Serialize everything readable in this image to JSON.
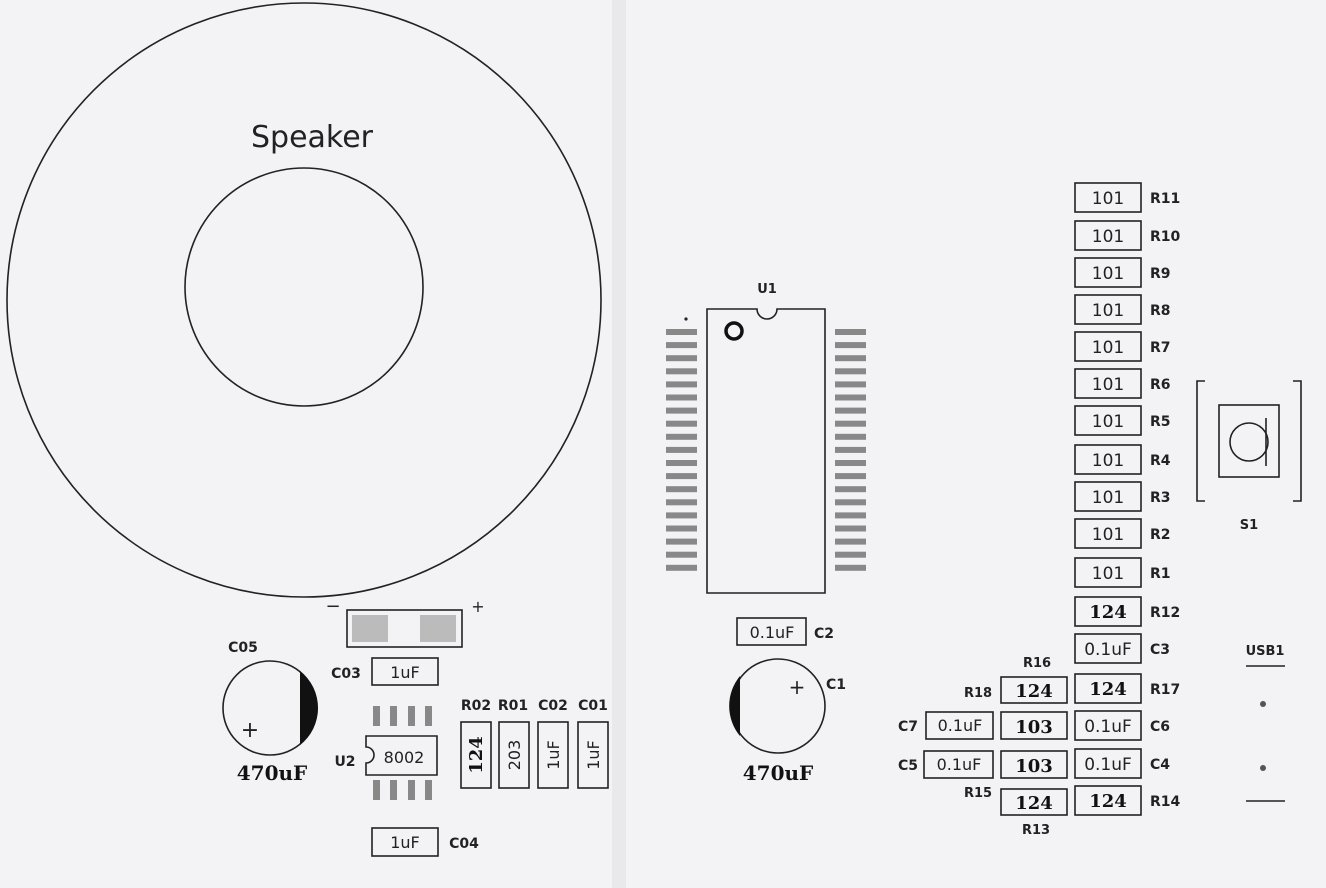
{
  "speaker": {
    "label": "Speaker"
  },
  "u1": {
    "ref": "U1"
  },
  "u2": {
    "ref": "U2",
    "value": "8002"
  },
  "battery": {
    "minus": "−",
    "plus": "+"
  },
  "c05": {
    "ref": "C05",
    "value": "470uF"
  },
  "c1": {
    "ref": "C1",
    "value": "470uF",
    "plus": "+"
  },
  "c05_plus": "+",
  "c03": {
    "ref": "C03",
    "value": "1uF"
  },
  "c04": {
    "ref": "C04",
    "value": "1uF"
  },
  "c2": {
    "ref": "C2",
    "value": "0.1uF"
  },
  "r02": {
    "ref": "R02",
    "value": "124"
  },
  "r01": {
    "ref": "R01",
    "value": "203"
  },
  "c02": {
    "ref": "C02",
    "value": "1uF"
  },
  "c01": {
    "ref": "C01",
    "value": "1uF"
  },
  "resistor_column": [
    {
      "ref": "R11",
      "value": "101"
    },
    {
      "ref": "R10",
      "value": "101"
    },
    {
      "ref": "R9",
      "value": "101"
    },
    {
      "ref": "R8",
      "value": "101"
    },
    {
      "ref": "R7",
      "value": "101"
    },
    {
      "ref": "R6",
      "value": "101"
    },
    {
      "ref": "R5",
      "value": "101"
    },
    {
      "ref": "R4",
      "value": "101"
    },
    {
      "ref": "R3",
      "value": "101"
    },
    {
      "ref": "R2",
      "value": "101"
    },
    {
      "ref": "R1",
      "value": "101"
    },
    {
      "ref": "R12",
      "value": "124"
    },
    {
      "ref": "C3",
      "value": "0.1uF"
    },
    {
      "ref": "R17",
      "value": "124"
    },
    {
      "ref": "C6",
      "value": "0.1uF"
    },
    {
      "ref": "C4",
      "value": "0.1uF"
    },
    {
      "ref": "R14",
      "value": "124"
    }
  ],
  "left_group": {
    "r16": "R16",
    "r18": {
      "ref": "R18",
      "value": "124"
    },
    "c7": {
      "ref": "C7",
      "value": "0.1uF"
    },
    "c7_mid": "103",
    "c5": {
      "ref": "C5",
      "value": "0.1uF"
    },
    "c5_mid": "103",
    "r15": {
      "ref": "R15",
      "value": "124"
    },
    "r13": "R13"
  },
  "s1": {
    "ref": "S1"
  },
  "usb": {
    "ref": "USB1"
  }
}
